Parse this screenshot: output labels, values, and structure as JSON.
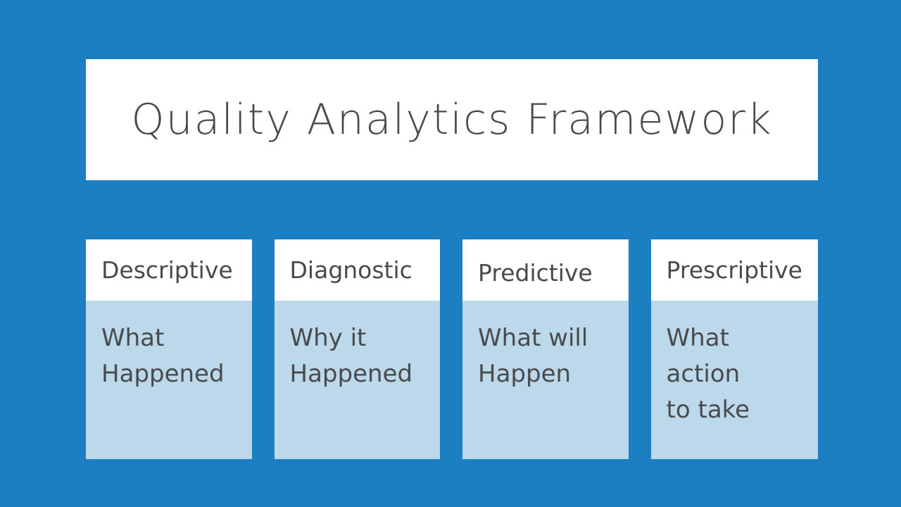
{
  "slide": {
    "title": "Quality Analytics Framework",
    "cards": [
      {
        "header": "Descriptive",
        "body": "What\nHappened"
      },
      {
        "header": "Diagnostic",
        "body": "Why it\nHappened"
      },
      {
        "header": "Predictive",
        "body": "What will\nHappen"
      },
      {
        "header": "Prescriptive",
        "body": "What action\nto take"
      }
    ]
  },
  "colors": {
    "bg": "#1b7fc2",
    "card-body": "#bcd9ec",
    "card-header": "#ffffff",
    "text": "#4a4a4c"
  }
}
